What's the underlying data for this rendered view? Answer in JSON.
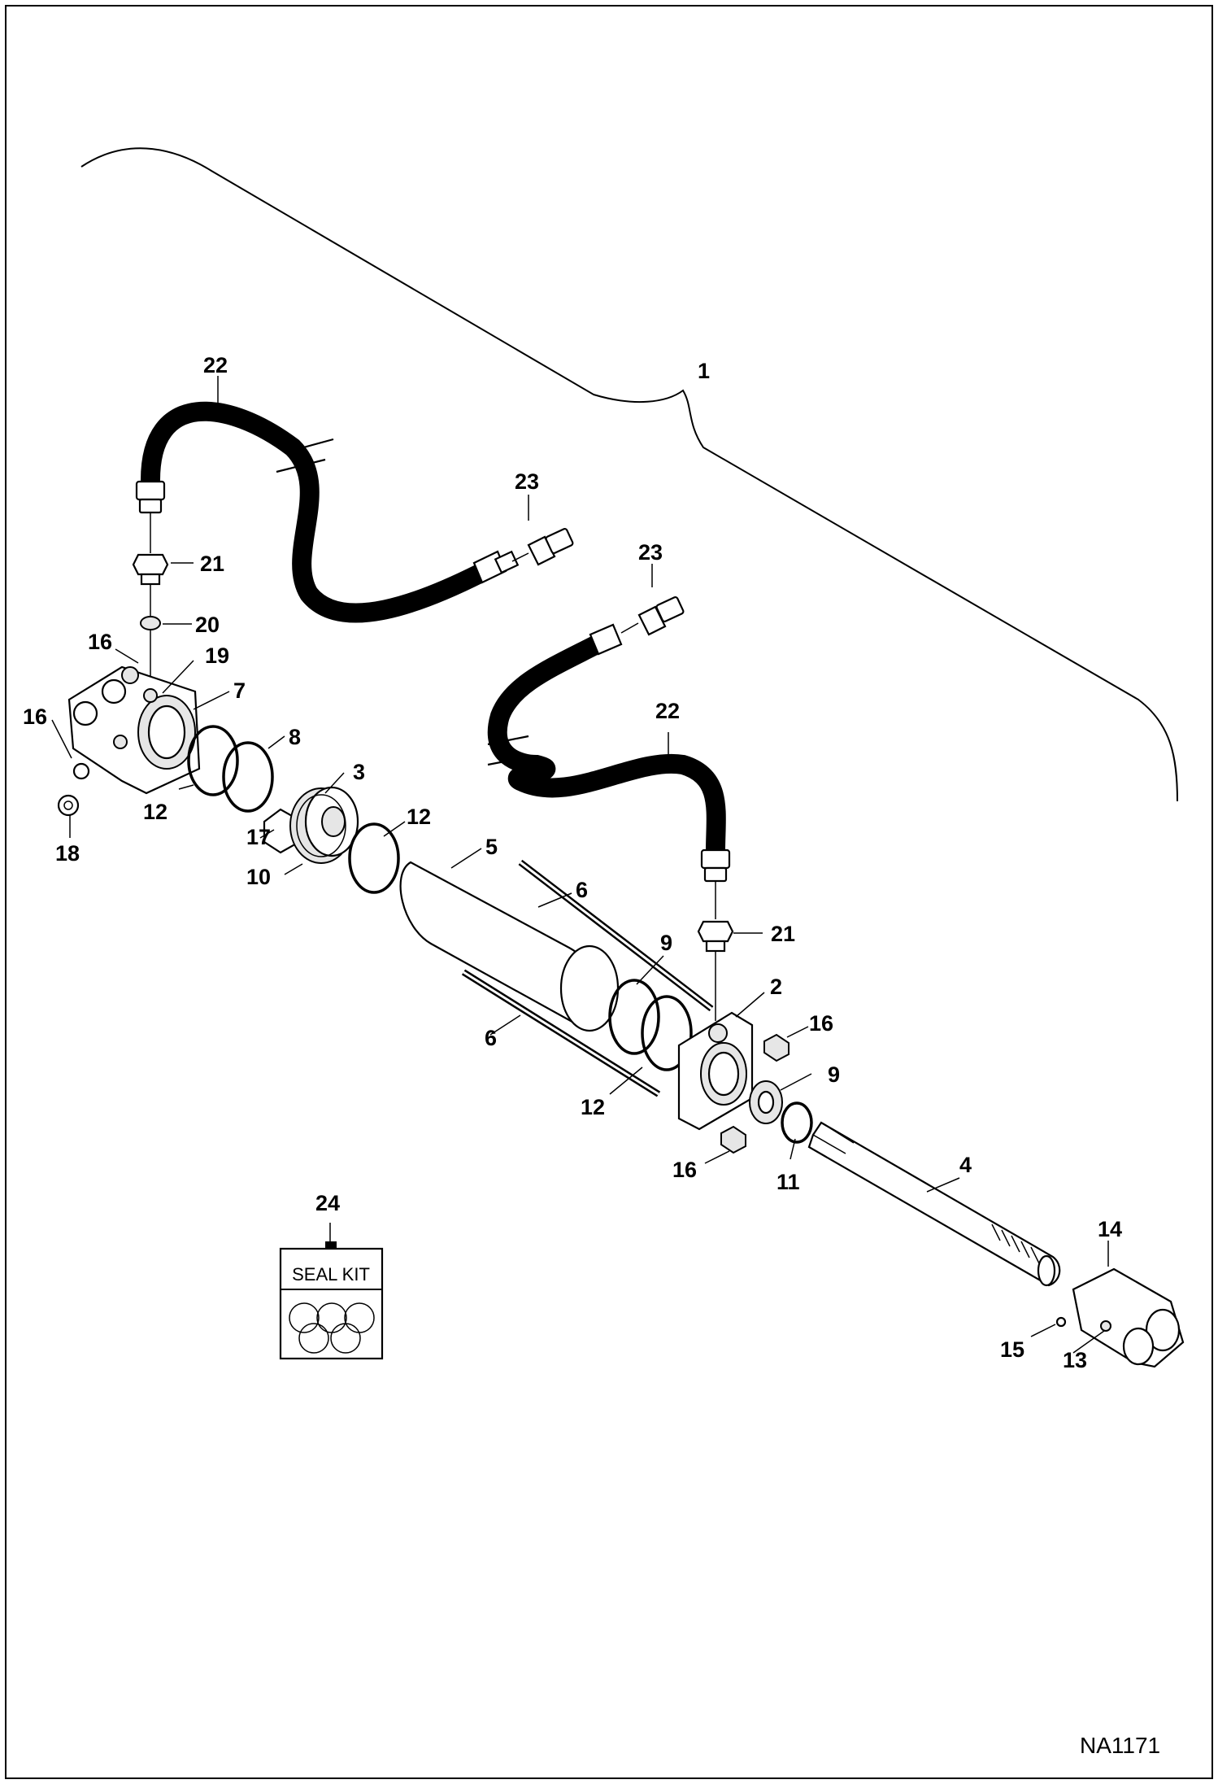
{
  "drawing_code": "NA1171",
  "seal_kit": {
    "label": "SEAL KIT",
    "callout": "24"
  },
  "callouts": [
    {
      "id": "c1",
      "text": "1"
    },
    {
      "id": "c22a",
      "text": "22"
    },
    {
      "id": "c23a",
      "text": "23"
    },
    {
      "id": "c23b",
      "text": "23"
    },
    {
      "id": "c21a",
      "text": "21"
    },
    {
      "id": "c20",
      "text": "20"
    },
    {
      "id": "c16a",
      "text": "16"
    },
    {
      "id": "c19",
      "text": "19"
    },
    {
      "id": "c7",
      "text": "7"
    },
    {
      "id": "c16b",
      "text": "16"
    },
    {
      "id": "c8",
      "text": "8"
    },
    {
      "id": "c3",
      "text": "3"
    },
    {
      "id": "c18",
      "text": "18"
    },
    {
      "id": "c12a",
      "text": "12"
    },
    {
      "id": "c17",
      "text": "17"
    },
    {
      "id": "c10",
      "text": "10"
    },
    {
      "id": "c12b",
      "text": "12"
    },
    {
      "id": "c5",
      "text": "5"
    },
    {
      "id": "c22b",
      "text": "22"
    },
    {
      "id": "c6a",
      "text": "6"
    },
    {
      "id": "c21b",
      "text": "21"
    },
    {
      "id": "c9a",
      "text": "9"
    },
    {
      "id": "c2",
      "text": "2"
    },
    {
      "id": "c16c",
      "text": "16"
    },
    {
      "id": "c6b",
      "text": "6"
    },
    {
      "id": "c9b",
      "text": "9"
    },
    {
      "id": "c12c",
      "text": "12"
    },
    {
      "id": "c16d",
      "text": "16"
    },
    {
      "id": "c11",
      "text": "11"
    },
    {
      "id": "c4",
      "text": "4"
    },
    {
      "id": "c14",
      "text": "14"
    },
    {
      "id": "c15",
      "text": "15"
    },
    {
      "id": "c13",
      "text": "13"
    }
  ]
}
